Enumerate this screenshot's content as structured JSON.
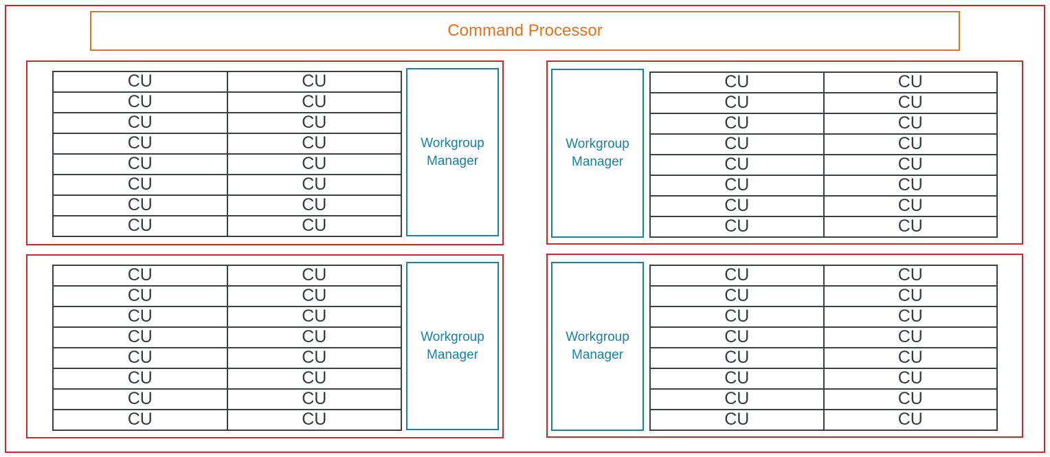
{
  "command_processor": {
    "label": "Command Processor"
  },
  "clusters": [
    {
      "id": "top-left",
      "manager_label": "Workgroup Manager",
      "manager_side": "right",
      "cu_label": "CU",
      "rows": 8,
      "columns": 2
    },
    {
      "id": "top-right",
      "manager_label": "Workgroup Manager",
      "manager_side": "left",
      "cu_label": "CU",
      "rows": 8,
      "columns": 2
    },
    {
      "id": "bottom-left",
      "manager_label": "Workgroup Manager",
      "manager_side": "right",
      "cu_label": "CU",
      "rows": 8,
      "columns": 2
    },
    {
      "id": "bottom-right",
      "manager_label": "Workgroup Manager",
      "manager_side": "left",
      "cu_label": "CU",
      "rows": 8,
      "columns": 2
    }
  ],
  "colors": {
    "outer_border": "#d5232e",
    "cluster_border": "#d5232e",
    "command_border": "#e5731f",
    "command_text": "#e5731f",
    "manager_accent": "#1682a5",
    "cu_border": "#3b3f46",
    "cu_text": "#363a41"
  }
}
